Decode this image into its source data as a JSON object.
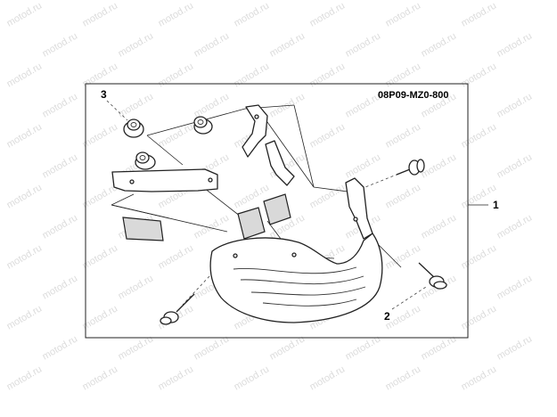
{
  "diagram": {
    "part_number": "08P09-MZ0-800",
    "callouts": [
      "1",
      "2",
      "3"
    ],
    "watermark_text": "motod.ru",
    "colors": {
      "line": "#222222",
      "background": "#ffffff",
      "pad_fill": "#d9d9d9",
      "watermark": "#dcdcdc"
    }
  }
}
